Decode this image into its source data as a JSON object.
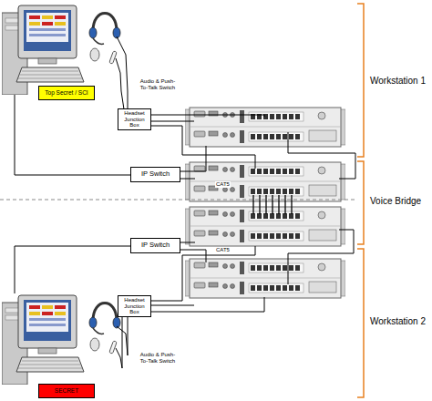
{
  "diagram": {
    "nodes": [
      {
        "text": [
          "Top Secret / SCI"
        ]
      },
      {
        "text": [
          "Headset Junction Box"
        ]
      },
      {
        "text": [
          "IP Switch"
        ]
      },
      {
        "text": [
          "IP Switch"
        ]
      },
      {
        "text": [
          "Headset Junction Box"
        ]
      },
      {
        "text": [
          "SECRET"
        ]
      }
    ],
    "labels": [
      "Workstation 1",
      "Audio & Push-To-Talk Switch",
      "CAT5",
      "Voice Bridge",
      "CAT5",
      "Audio & Push-To-Talk Switch",
      "Workstation 2"
    ]
  }
}
